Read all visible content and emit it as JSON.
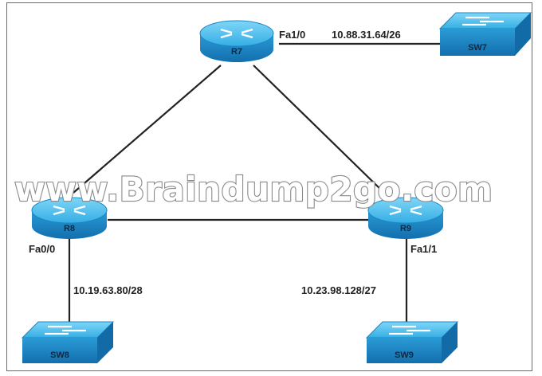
{
  "colors": {
    "device_light": "#5cc6f1",
    "device_mid": "#2ea3dc",
    "device_dark": "#1677b6",
    "link": "#222222"
  },
  "routers": {
    "r7": {
      "name": "R7"
    },
    "r8": {
      "name": "R8"
    },
    "r9": {
      "name": "R9"
    }
  },
  "switches": {
    "sw7": {
      "name": "SW7"
    },
    "sw8": {
      "name": "SW8"
    },
    "sw9": {
      "name": "SW9"
    }
  },
  "interfaces": {
    "r7_fa1_0": "Fa1/0",
    "r8_fa0_0": "Fa0/0",
    "r9_fa1_1": "Fa1/1"
  },
  "subnets": {
    "r7_sw7": "10.88.31.64/26",
    "r8_sw8": "10.19.63.80/28",
    "r9_sw9": "10.23.98.128/27"
  },
  "watermark": "www.Braindump2go.com"
}
